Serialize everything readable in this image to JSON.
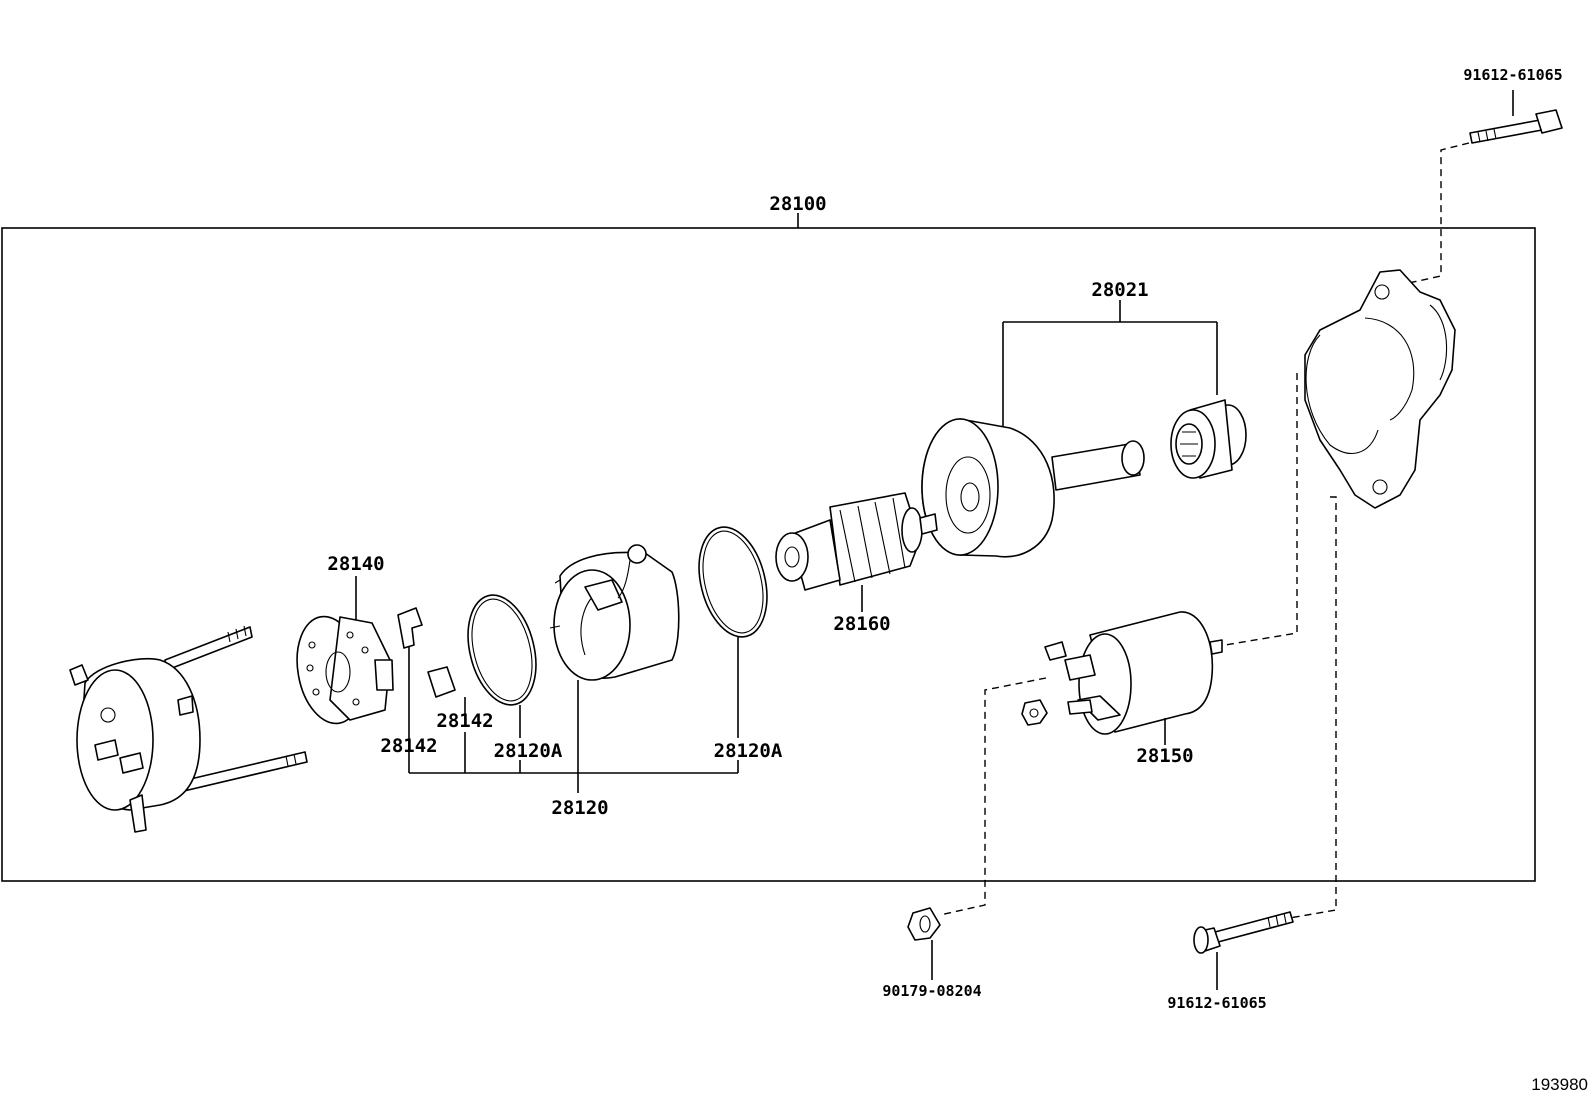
{
  "labels": {
    "assembly": "28100",
    "bolt_top": "91612-61065",
    "bolt_bottom": "91612-61065",
    "nut": "90179-08204",
    "clutch_set": "28021",
    "brush_holder": "28140",
    "brush_spring_1": "28142",
    "brush_spring_2": "28142",
    "field_frame": "28120",
    "o_ring_1": "28120A",
    "o_ring_2": "28120A",
    "armature": "28160",
    "solenoid": "28150"
  },
  "diagram_ref": "193980"
}
